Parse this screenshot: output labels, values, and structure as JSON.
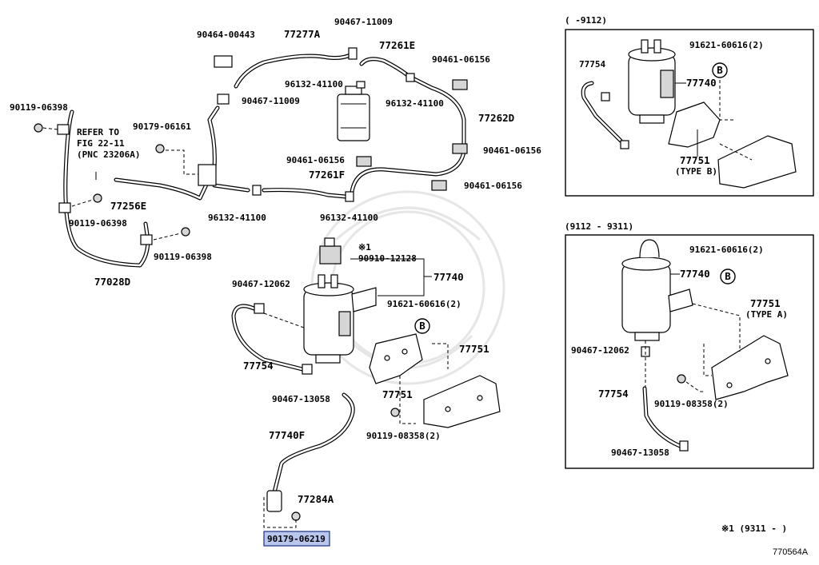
{
  "diagram": {
    "figure_id": "770564A",
    "highlighted_part": "90179-06219",
    "highlight_color": "#b9c6ee",
    "footnote": "※1 (9311 -      )",
    "callout_marker": "B",
    "note_marker": "※1",
    "refer_note": [
      "REFER TO",
      "FIG 22-11",
      "(PNC 23206A)"
    ],
    "main_labels": {
      "p90464_00443": "90464-00443",
      "p77277A": "77277A",
      "p90467_11009_top": "90467-11009",
      "p77261E": "77261E",
      "p90461_06156_a": "90461-06156",
      "p96132_41100_a": "96132-41100",
      "p96132_41100_b": "96132-41100",
      "p90467_11009_mid": "90467-11009",
      "p90119_06398_a": "90119-06398",
      "p90179_06161": "90179-06161",
      "p77262D": "77262D",
      "p90461_06156_b": "90461-06156",
      "p90461_06156_c": "90461-06156",
      "p77261F": "77261F",
      "p90461_06156_d": "90461-06156",
      "p77256E": "77256E",
      "p90119_06398_b": "90119-06398",
      "p96132_41100_c": "96132-41100",
      "p96132_41100_d": "96132-41100",
      "p90119_06398_c": "90119-06398",
      "p77028D": "77028D",
      "p90910_12128": "90910-12128",
      "p77740": "77740",
      "p90467_12062": "90467-12062",
      "p91621_60616": "91621-60616(2)",
      "p77754": "77754",
      "p77751_a": "77751",
      "p77751_b": "77751",
      "p90467_13058": "90467-13058",
      "p90119_08358": "90119-08358(2)",
      "p77740F": "77740F",
      "p77284A": "77284A",
      "p90179_06219": "90179-06219"
    },
    "inset_top": {
      "range": "(      -9112)",
      "labels": {
        "p77754": "77754",
        "p91621_60616": "91621-60616(2)",
        "p77740": "77740",
        "p77751": "77751",
        "type": "(TYPE B)"
      }
    },
    "inset_bottom": {
      "range": "(9112 - 9311)",
      "labels": {
        "p91621_60616": "91621-60616(2)",
        "p77740": "77740",
        "p77751": "77751",
        "type": "(TYPE A)",
        "p90467_12062": "90467-12062",
        "p77754": "77754",
        "p90119_08358": "90119-08358(2)",
        "p90467_13058": "90467-13058"
      }
    }
  }
}
